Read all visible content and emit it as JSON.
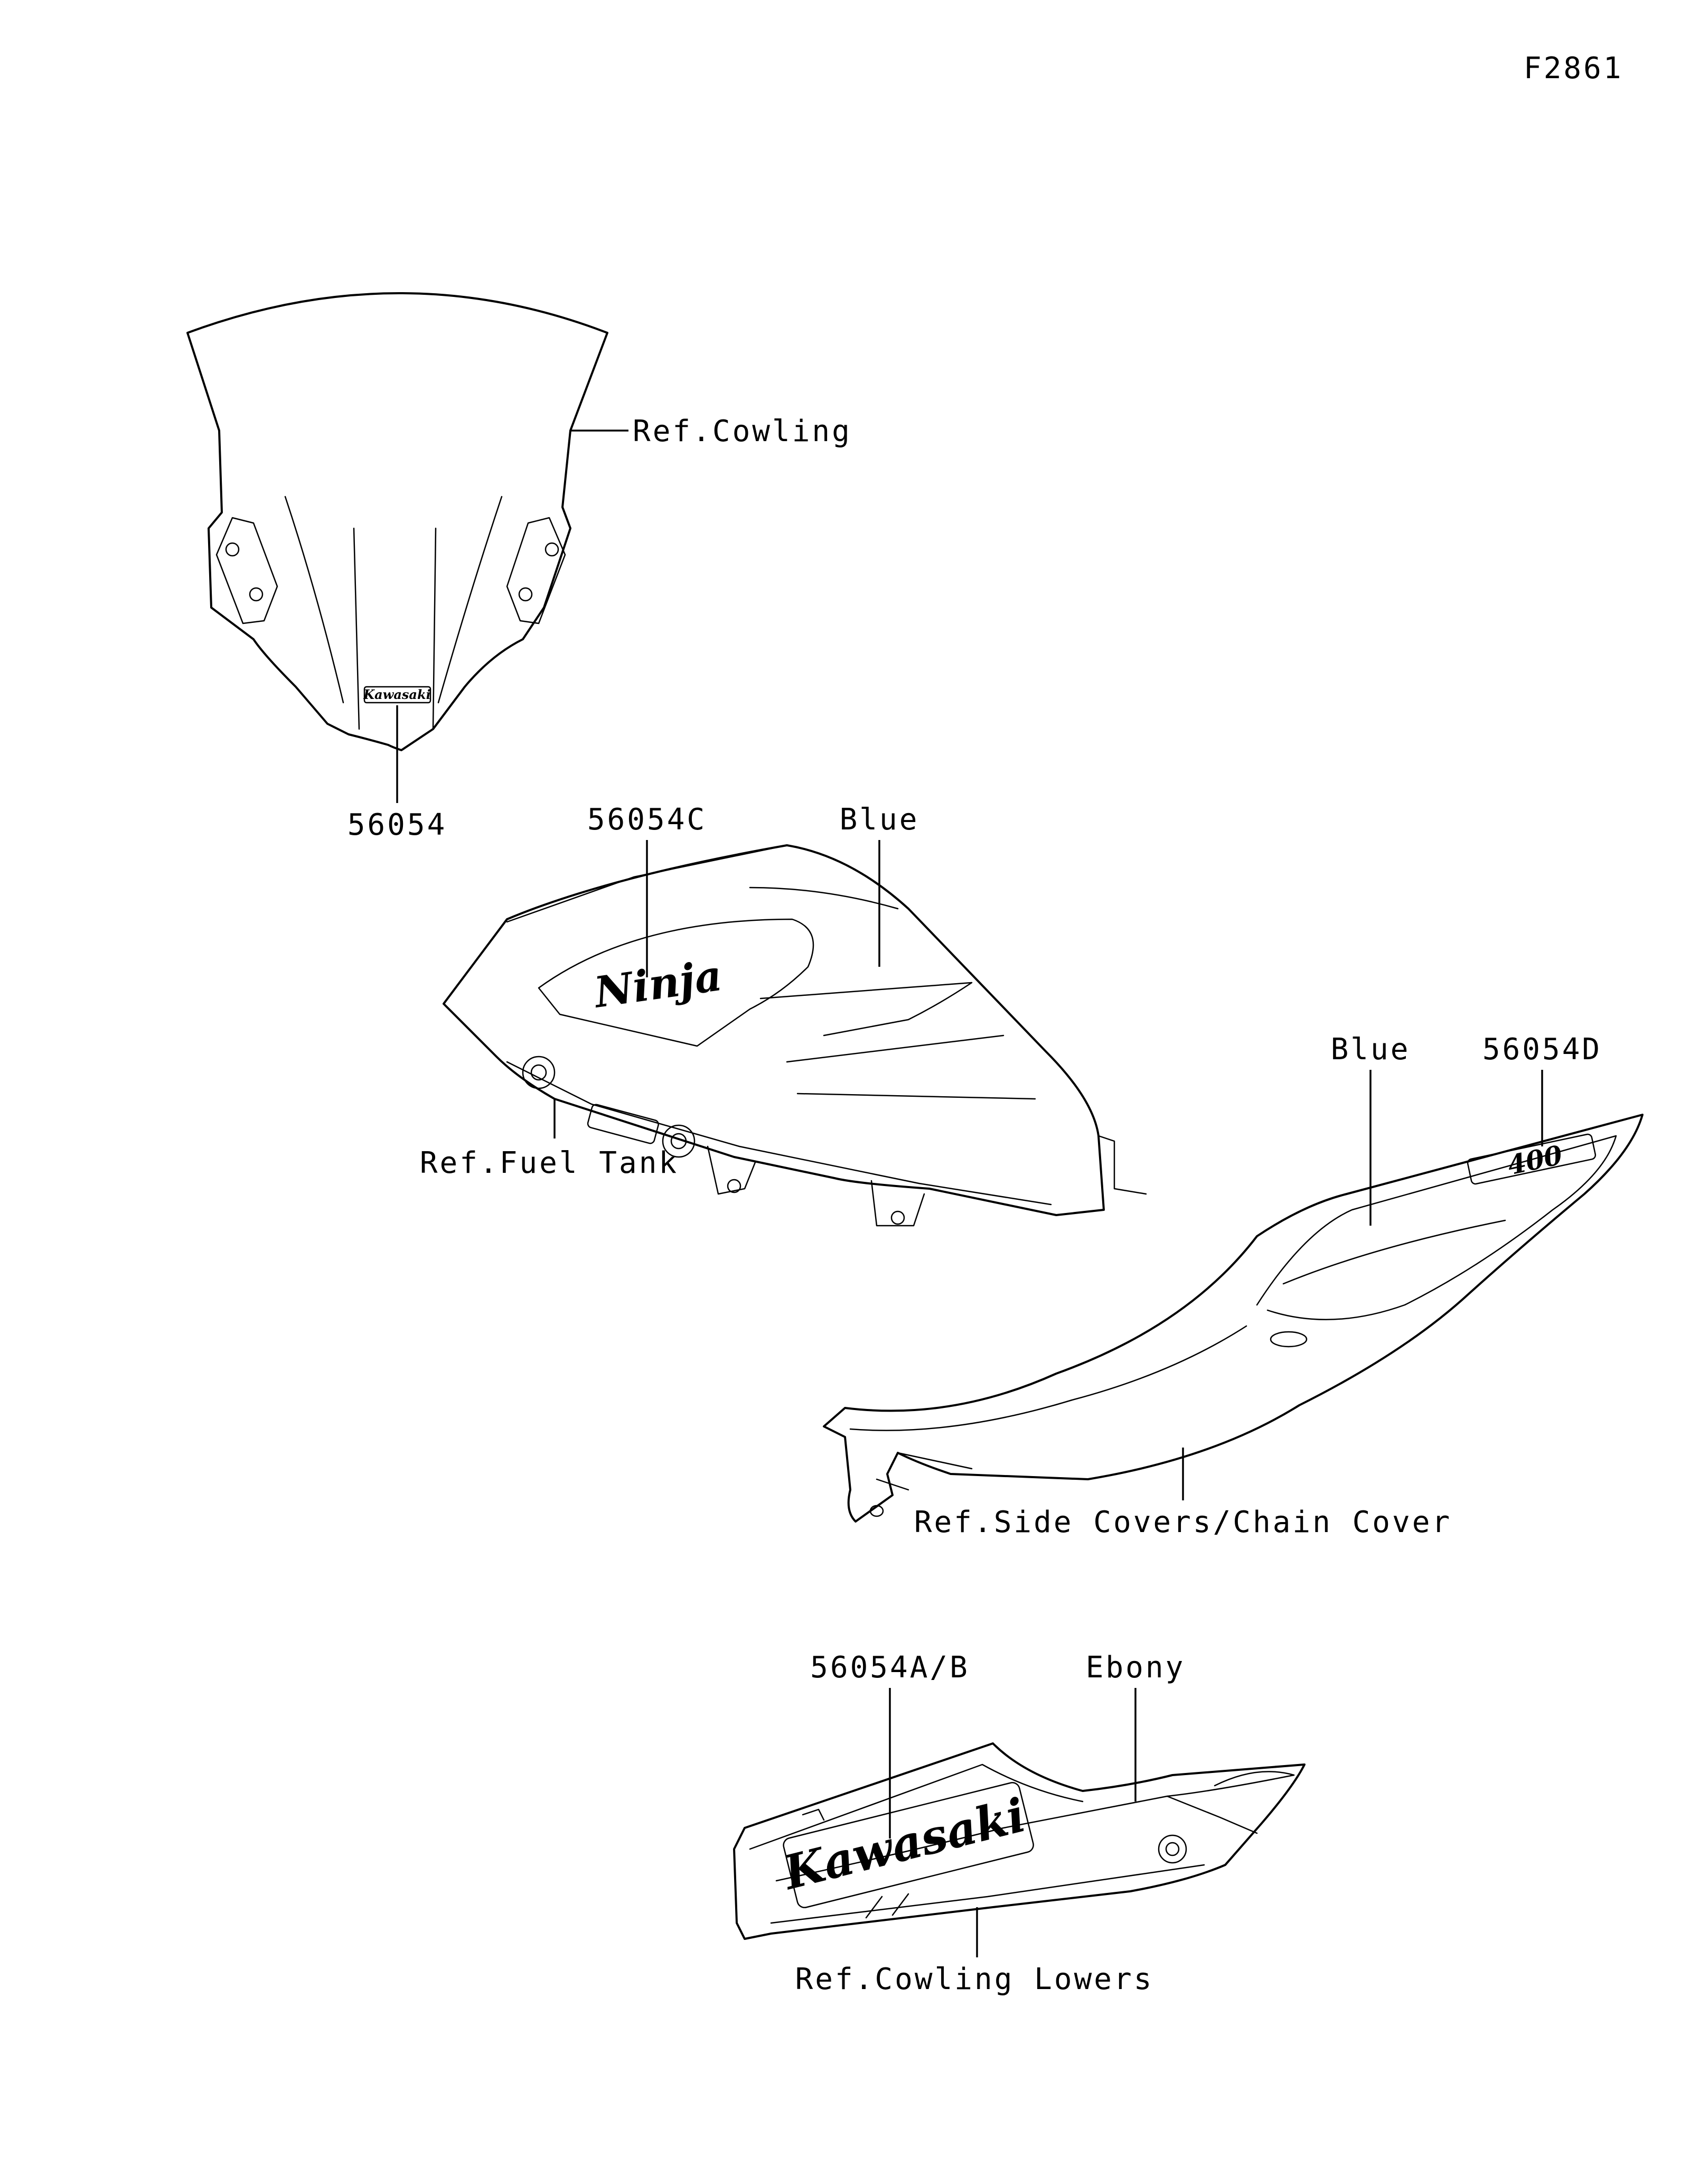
{
  "figure_code": "F2861",
  "labels": {
    "ref_cowling": "Ref.Cowling",
    "part_56054": "56054",
    "part_56054c": "56054C",
    "blue_tank": "Blue",
    "ref_fuel_tank": "Ref.Fuel Tank",
    "blue_side": "Blue",
    "part_56054d": "56054D",
    "ref_side_covers": "Ref.Side Covers/Chain Cover",
    "part_56054ab": "56054A/B",
    "ebony": "Ebony",
    "ref_cowling_lowers": "Ref.Cowling Lowers"
  },
  "decals": {
    "windshield_logo": "Kawasaki",
    "tank_logo": "Ninja",
    "side_cover_logo": "400",
    "lower_cowl_logo": "Kawasaki"
  }
}
